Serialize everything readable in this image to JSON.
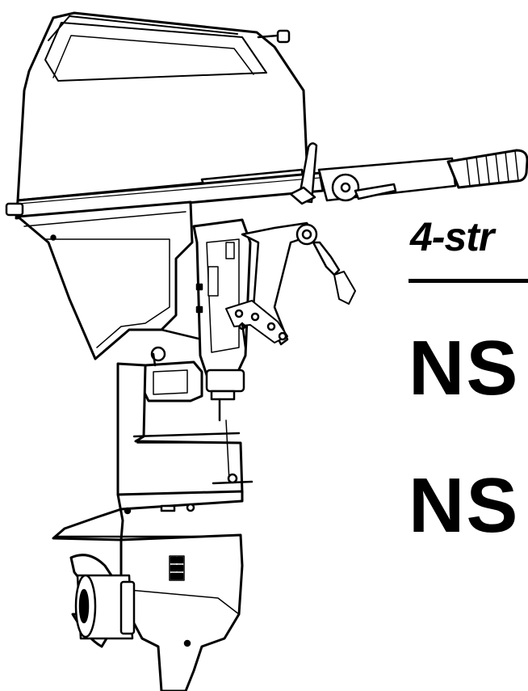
{
  "cover": {
    "subtitle": "4-str",
    "models": [
      "NS",
      "NS"
    ]
  },
  "colors": {
    "ink": "#000000",
    "paper": "#ffffff"
  }
}
